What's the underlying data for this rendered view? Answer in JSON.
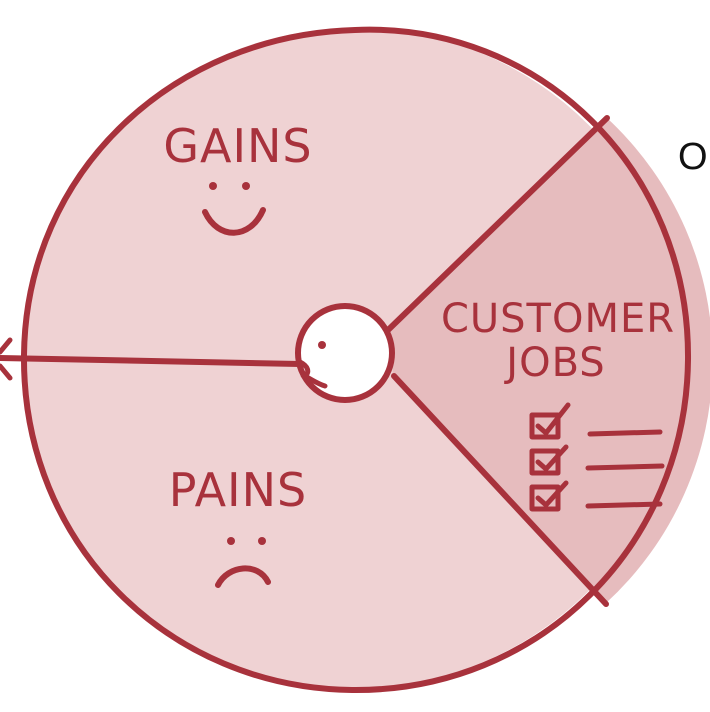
{
  "canvas": {
    "labels": {
      "gains": "GAINS",
      "pains": "PAINS",
      "customer_jobs_line1": "CUSTOMER",
      "customer_jobs_line2": "JOBS"
    },
    "corner_letter": "O"
  },
  "colors": {
    "stroke": "#a8323c",
    "fill_light": "#efd2d3",
    "fill_jobs": "#e6bcbe",
    "background": "#ffffff",
    "text_dark": "#111111"
  },
  "icons": [
    "smile-face-icon",
    "sad-face-icon",
    "checklist-icon",
    "profile-head-icon",
    "arrow-head-icon"
  ]
}
